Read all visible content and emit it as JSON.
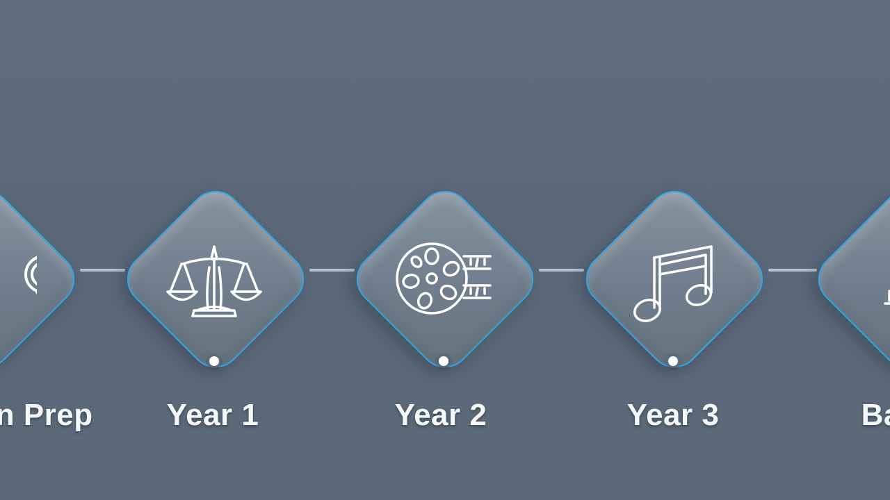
{
  "timeline": {
    "steps": [
      {
        "label": "on Prep",
        "icon": "magnifying-glass-icon",
        "has_dot": false
      },
      {
        "label": "Year 1",
        "icon": "scales-of-justice-icon",
        "has_dot": true
      },
      {
        "label": "Year 2",
        "icon": "film-reel-icon",
        "has_dot": true
      },
      {
        "label": "Year 3",
        "icon": "music-notes-icon",
        "has_dot": true
      },
      {
        "label": "Bar",
        "icon": "gavel-icon",
        "has_dot": false
      }
    ]
  },
  "colors": {
    "background": "#5d6b7c",
    "accent_border": "#2ea8e6",
    "connector": "#b9c2cc",
    "text": "#f4f6f8"
  }
}
